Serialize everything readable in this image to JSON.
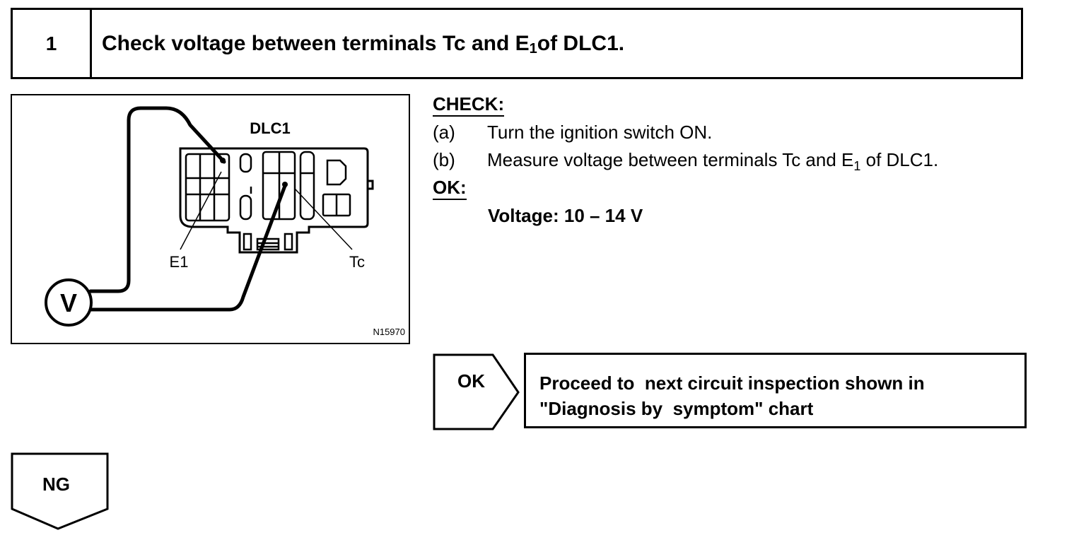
{
  "step": {
    "number": "1",
    "title_prefix": "Check voltage between terminals Tc and E",
    "title_sub": "1",
    "title_suffix": " of DLC1."
  },
  "figure": {
    "connector_label": "DLC1",
    "terminal_e1_label": "E1",
    "terminal_tc_label": "Tc",
    "meter_label": "V",
    "figure_code": "N15970"
  },
  "check": {
    "heading": "CHECK:",
    "steps": [
      {
        "letter": "(a)",
        "text": "Turn the ignition switch ON."
      },
      {
        "letter": "(b)",
        "text_prefix": "Measure voltage between terminals Tc and E",
        "text_sub": "1",
        "text_suffix": " of DLC1."
      }
    ]
  },
  "ok_spec": {
    "heading": "OK:",
    "value": "Voltage: 10 – 14 V"
  },
  "flow": {
    "ok_label": "OK",
    "ok_result_line1": "Proceed to  next circuit inspection shown in",
    "ok_result_line2": "\"Diagnosis by  symptom\" chart",
    "ng_label": "NG"
  }
}
